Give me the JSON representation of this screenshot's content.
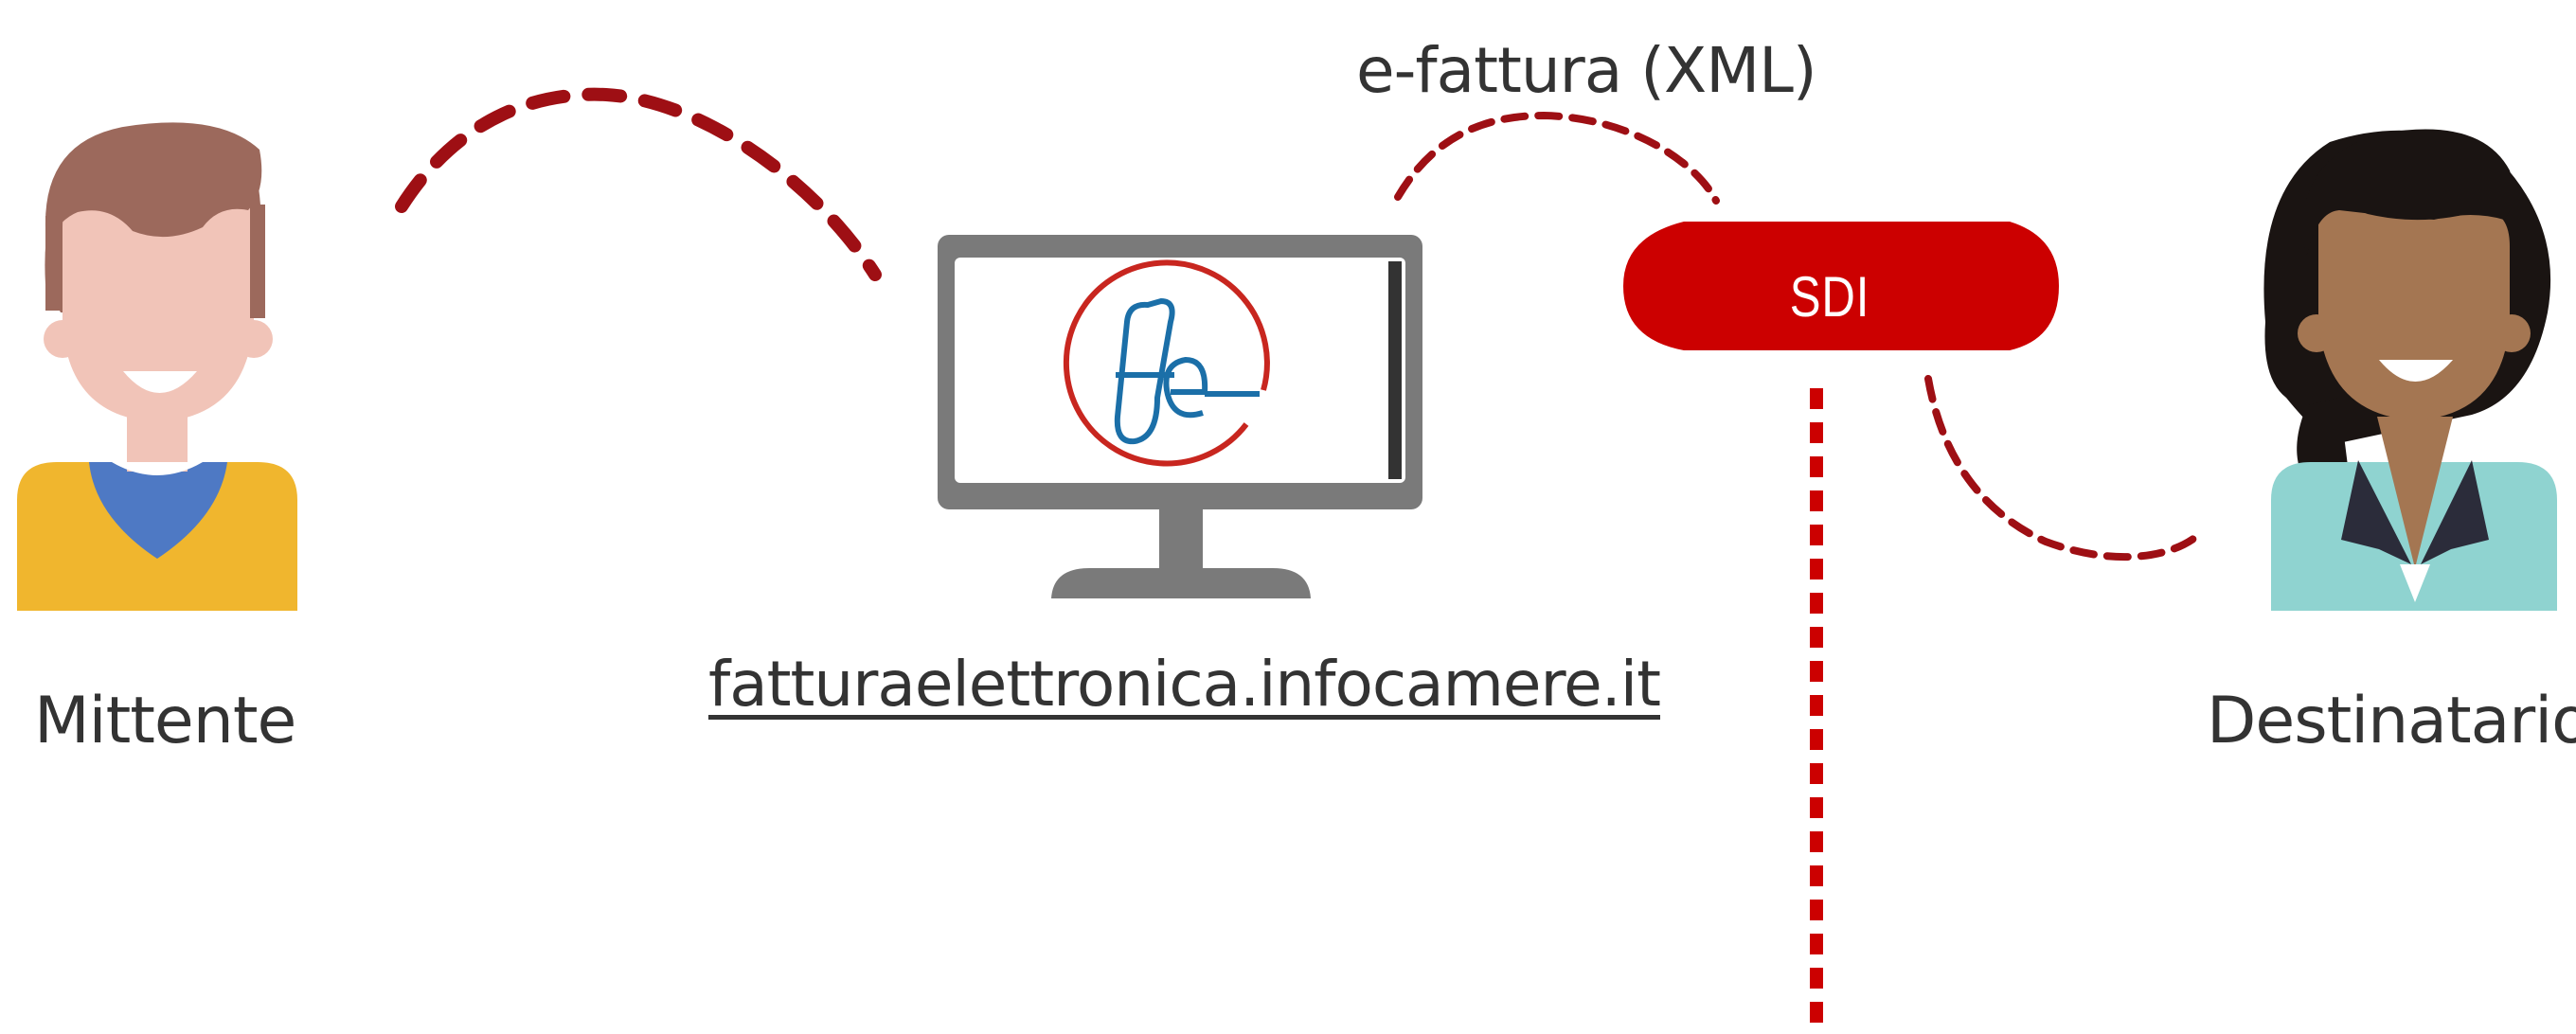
{
  "actors": {
    "sender_label": "Mittente",
    "recipient_label": "Destinatario"
  },
  "flow": {
    "message_label": "e-fattura (XML)",
    "hub_label": "SDI"
  },
  "portal": {
    "link_text": "fatturaelettronica.infocamere.it"
  },
  "colors": {
    "dash_red": "#9e0f14",
    "sdi_red": "#cc0000",
    "monitor_gray": "#7a7a7a",
    "text": "#333333"
  }
}
